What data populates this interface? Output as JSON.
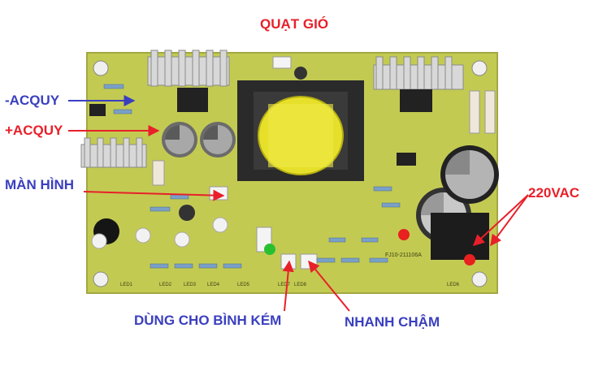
{
  "labels": {
    "fan": "QUẠT GIÓ",
    "battery_negative": "-ACQUY",
    "battery_positive": "+ACQUY",
    "display": "MÀN HÌNH",
    "ac_input": "220VAC",
    "weak_battery": "DÙNG CHO BÌNH KÉM",
    "fast_slow": "NHANH CHẬM"
  },
  "silkscreen": {
    "board_code": "FJ10-211106A",
    "led_1": "LED1",
    "led_2": "LED2",
    "led_3": "LED3",
    "led_4": "LED4",
    "led_5": "LED5",
    "led_6": "LED6",
    "led_7": "LED7",
    "led_8": "LED8"
  },
  "colors": {
    "red_label": "#e8202a",
    "blue_label": "#3a3fbf",
    "pcb": "#c9cf57",
    "transformer_core": "#2a2a2a",
    "coil": "#e6e02a"
  }
}
